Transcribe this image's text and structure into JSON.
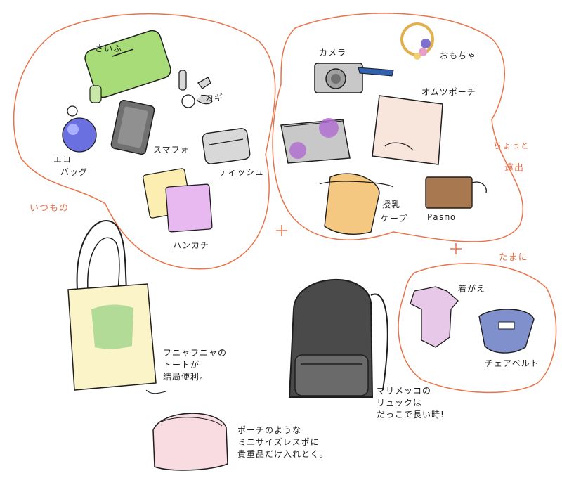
{
  "groups": {
    "everyday": "いつもの",
    "outing": [
      "ちょっと",
      "遠出"
    ],
    "sometimes": "たまに"
  },
  "items": {
    "wallet": "さいふ",
    "keys": "カギ",
    "eco_bag": [
      "エコ",
      "バッグ"
    ],
    "smartphone": "スマフォ",
    "tissue": "ティッシュ",
    "handkerchief": "ハンカチ",
    "camera": "カメラ",
    "toy": "おもちゃ",
    "diaper_pouch": "オムツポーチ",
    "nursing_cape": [
      "授乳",
      "ケープ"
    ],
    "pasmo": "Pasmo",
    "change_clothes": "着がえ",
    "chair_belt": "チェアベルト"
  },
  "notes": {
    "tote": [
      "フニャフニャの",
      "トートが",
      "結局便利。"
    ],
    "backpack": [
      "マリメッコの",
      "リュックは",
      "だっこで長い時!"
    ],
    "pouch": [
      "ポーチのような",
      "ミニサイズレスポに",
      "貴重品だけ入れとく。"
    ]
  },
  "colors": {
    "outline": "#e8734a",
    "ink": "#1e1e1e",
    "wallet": "#a8dc78",
    "tote": "#fbf4c8",
    "backpack": "#4a4a4a",
    "diaper_pouch": "#f8e6dc",
    "toiletry_pouch": "#f8dce2",
    "chair_belt": "#8090cc",
    "clothes": "#e8c8e8",
    "flower": "#b070d0"
  }
}
